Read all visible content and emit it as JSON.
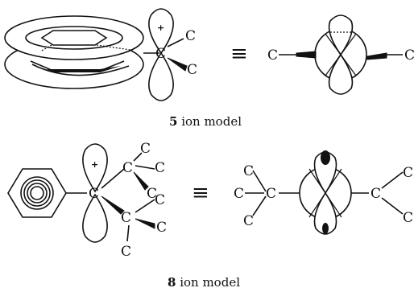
{
  "atom_label": "C",
  "equivalence_symbol": "≡",
  "lobe_charge": "+",
  "captions": [
    {
      "number": "5",
      "text": " ion model"
    },
    {
      "number": "8",
      "text": " ion model"
    }
  ]
}
